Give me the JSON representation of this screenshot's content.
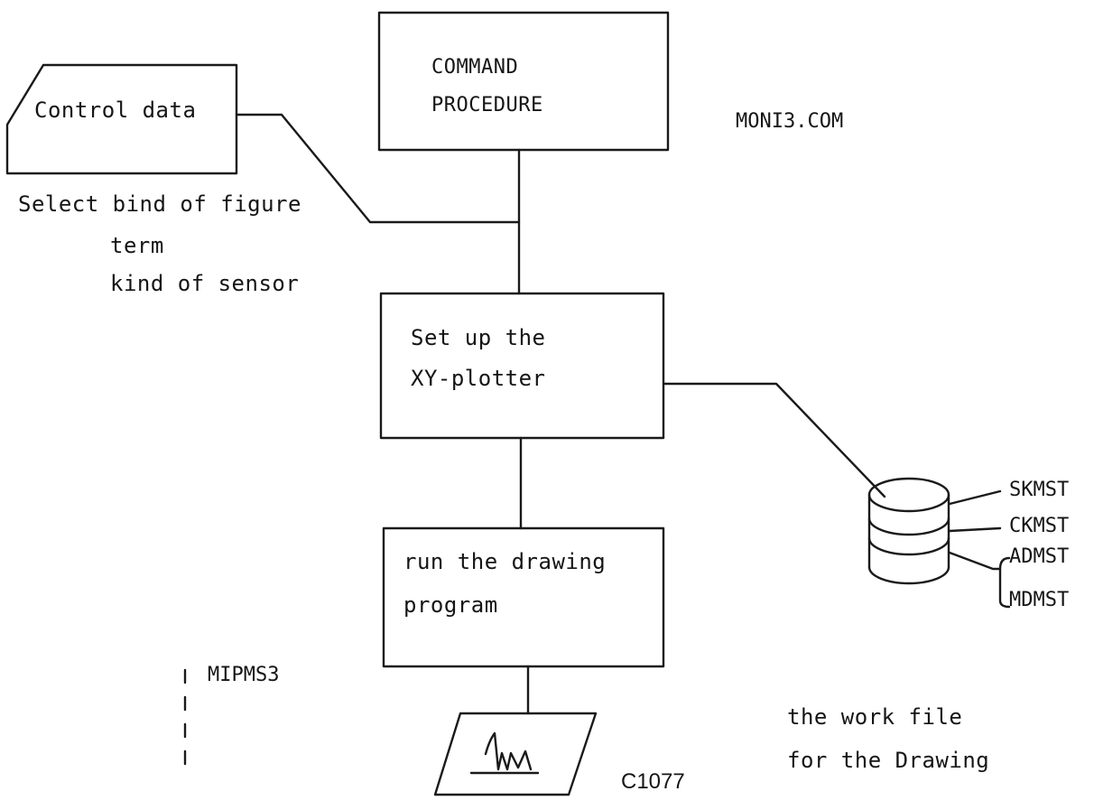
{
  "nodes": {
    "command_procedure": {
      "line1": "COMMAND",
      "line2": "PROCEDURE"
    },
    "control_data": {
      "label": "Control data"
    },
    "setup_plotter": {
      "line1": "Set up the",
      "line2": "XY-plotter"
    },
    "run_program": {
      "line1": "run the drawing",
      "line2": "program"
    },
    "plot_output": {
      "label": ""
    },
    "work_file": {
      "label_line1": "the work file",
      "label_line2": "for the Drawing"
    }
  },
  "annotations": {
    "command_file": "MONI3.COM",
    "control_notes": [
      "Select bind of figure",
      "term",
      "kind of sensor"
    ],
    "program_name": "MIPMS3",
    "figure_id": "C1077"
  },
  "file_labels": [
    "SKMST",
    "CKMST",
    "ADMST",
    "MDMST"
  ]
}
